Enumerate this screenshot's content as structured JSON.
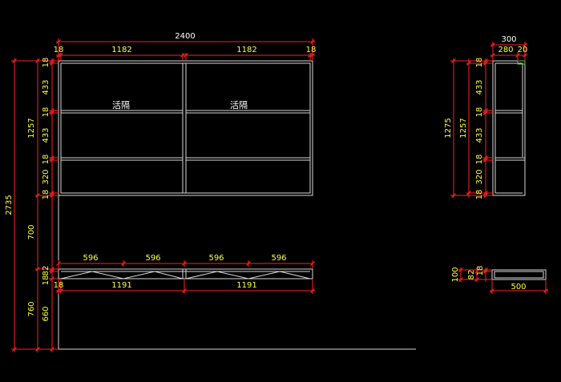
{
  "colors": {
    "background": "#000000",
    "dimension_line": "#ff2020",
    "dimension_text": "#ffff40",
    "geometry": "#d8d8d8",
    "label_text": "#ffffff"
  },
  "front": {
    "top_total": "2400",
    "top_segments": [
      "18",
      "1182",
      "1182",
      "18"
    ],
    "left_vertical": [
      "18",
      "433",
      "18",
      "433",
      "18",
      "320",
      "18"
    ],
    "upper_height": "1257",
    "gap_height": "700",
    "total_height": "2735",
    "lower_small": [
      "82",
      "18"
    ],
    "lower_height": "660",
    "lower_total": "760",
    "drawer_widths": [
      "596",
      "596",
      "596",
      "596"
    ],
    "base_segments": [
      "18",
      "1191",
      "1191"
    ],
    "shelf_labels": [
      "活隔",
      "活隔"
    ]
  },
  "side": {
    "top_total": "300",
    "top_segments": [
      "280",
      "20"
    ],
    "height_total": "1275",
    "height_inner": "1257",
    "vertical": [
      "18",
      "433",
      "18",
      "433",
      "18",
      "320",
      "18"
    ],
    "base_height": "100",
    "base_inner": "82",
    "base_top": "18",
    "base_width": "500"
  }
}
